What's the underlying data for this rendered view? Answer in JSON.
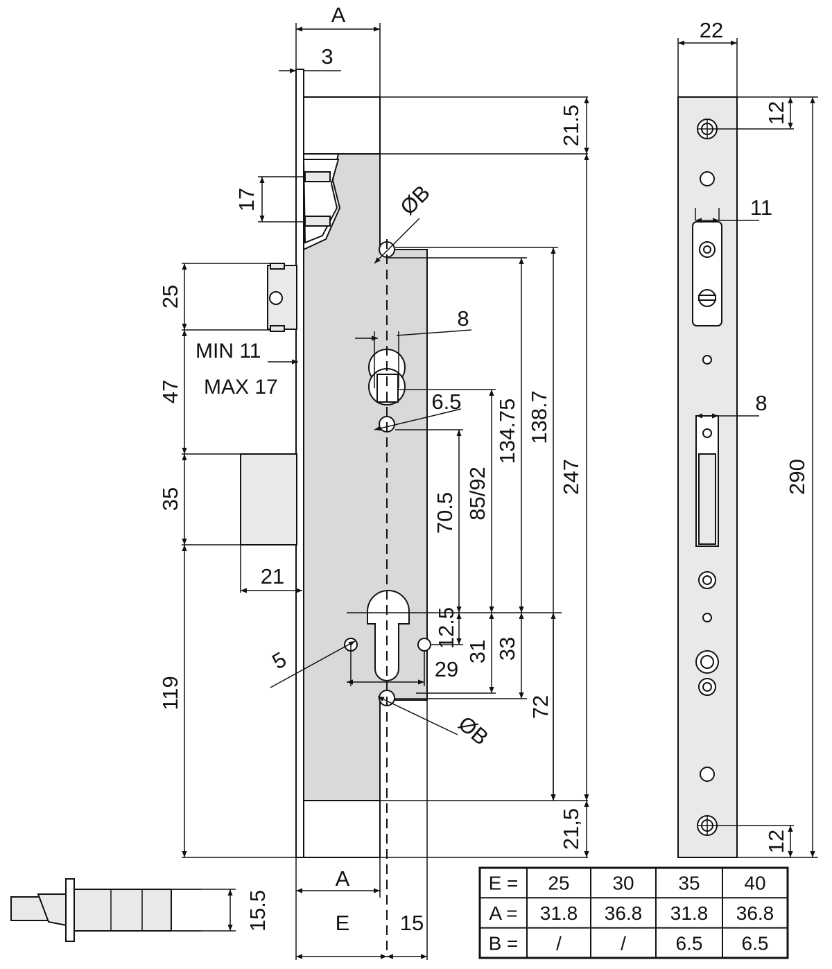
{
  "drawing": {
    "dimension_labels": {
      "a_top": "A",
      "faceplate_thickness": "3",
      "plate_width": "22",
      "top_margin": "21.5",
      "bottom_margin": "21,5",
      "top_screw_offset": "12",
      "bottom_screw_offset": "12",
      "latch_slot_height": "17",
      "diameter_b_top": "ØB",
      "diameter_b_bottom": "ØB",
      "follower_width": "8",
      "follower_width_plate": "8",
      "slot_width_plate": "11",
      "screw_hole": "6.5",
      "latch_height": "25",
      "min_throw": "MIN 11",
      "max_throw": "MAX 17",
      "spacing_47": "47",
      "deadbolt_height": "35",
      "deadbolt_throw": "21",
      "dim_119": "119",
      "dim_134_75": "134.75",
      "dim_138_7": "138.7",
      "dim_247": "247",
      "dim_290": "290",
      "dim_70_5": "70.5",
      "dim_85_92": "85/92",
      "dim_12_5": "12.5",
      "dim_31": "31",
      "dim_33": "33",
      "dim_29": "29",
      "dim_72": "72",
      "dim_5": "5",
      "a_bottom": "A",
      "e_backset": "E",
      "dim_15": "15",
      "bolt_height": "15.5"
    },
    "table": {
      "rows": [
        [
          "E =",
          "25",
          "30",
          "35",
          "40"
        ],
        [
          "A =",
          "31.8",
          "36.8",
          "31.8",
          "36.8"
        ],
        [
          "B =",
          "/",
          "/",
          "6.5",
          "6.5"
        ]
      ]
    }
  }
}
